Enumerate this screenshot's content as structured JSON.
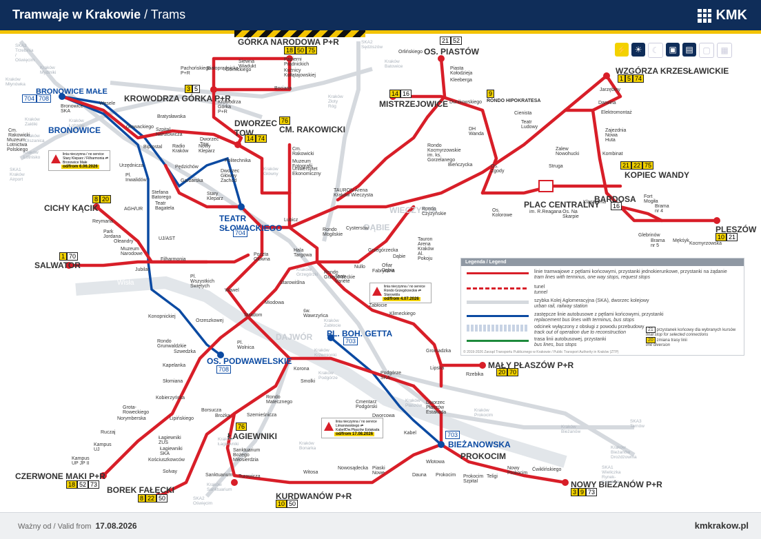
{
  "header": {
    "title_main": "Tramwaje w Krakowie",
    "title_sub": " / Trams",
    "brand": "KMK"
  },
  "footer": {
    "valid_label": "Ważny od / Valid from",
    "valid_date": "17.08.2026",
    "url": "kmkrakow.pl"
  },
  "colors": {
    "tram": "#d81e28",
    "replacement_bus": "#0b4aa2",
    "urban_rail": "#c7ccd2",
    "header": "#0f2d59",
    "accent": "#f3d200"
  },
  "filters": [
    "tram-icon",
    "day-icon",
    "night-icon",
    "bus-icon",
    "tram-front-icon",
    "minibus-icon",
    "regional-bus-icon"
  ],
  "terminals": [
    {
      "name": "GÓRKA NARODOWA P+R",
      "lines": [
        "18",
        "50",
        "75"
      ]
    },
    {
      "name": "OS. PIASTÓW",
      "lines": [
        "21",
        "52"
      ]
    },
    {
      "name": "WZGÓRZA KRZESŁAWICKIE",
      "lines": [
        "1",
        "5",
        "74"
      ]
    },
    {
      "name": "KROWODRZA GÓRKA P+R",
      "lines": [
        "3",
        "5"
      ]
    },
    {
      "name": "BRONOWICE MAŁE",
      "lines": [
        "704",
        "708"
      ]
    },
    {
      "name": "MISTRZEJOWICE",
      "lines": [
        "14",
        "16"
      ]
    },
    {
      "name": "RONDO HIPOKRATESA",
      "lines": [
        "9"
      ]
    },
    {
      "name": "DWORZEC TOW.",
      "lines": [
        "14",
        "74"
      ]
    },
    {
      "name": "CM. RAKOWICKI",
      "lines": [
        "76"
      ]
    },
    {
      "name": "KOPIEC WANDY",
      "lines": [
        "21",
        "22",
        "75"
      ]
    },
    {
      "name": "CICHY KĄCIK",
      "lines": [
        "8",
        "20"
      ]
    },
    {
      "name": "BARDOSA",
      "lines": [
        "16"
      ]
    },
    {
      "name": "PLESZÓW",
      "lines": [
        "10",
        "21"
      ]
    },
    {
      "name": "TEATR SŁOWACKIEGO",
      "lines": [
        "704"
      ]
    },
    {
      "name": "SALWATOR",
      "lines": [
        "1",
        "70"
      ]
    },
    {
      "name": "PL. BOH. GETTA",
      "lines": [
        "703"
      ]
    },
    {
      "name": "MAŁY PŁASZÓW P+R",
      "lines": [
        "20",
        "70"
      ]
    },
    {
      "name": "OS. PODWAWELSKIE",
      "lines": [
        "708"
      ]
    },
    {
      "name": "ŁAGIEWNIKI",
      "lines": [
        "76"
      ]
    },
    {
      "name": "BIEŻANOWSKA",
      "lines": [
        "703"
      ]
    },
    {
      "name": "CZERWONE MAKI P+R",
      "lines": [
        "18",
        "52",
        "73"
      ]
    },
    {
      "name": "BOREK FAŁĘCKI",
      "lines": [
        "8",
        "22",
        "50"
      ]
    },
    {
      "name": "KURDWANÓW P+R",
      "lines": [
        "10",
        "50"
      ]
    },
    {
      "name": "NOWY BIEŻANÓW P+R",
      "lines": [
        "3",
        "9",
        "73"
      ]
    }
  ],
  "area_labels": [
    "BRONOWICE",
    "PLAC CENTRALNY",
    "im. R.Reagana",
    "TAURON Arena Kraków Wieczysta",
    "DĄBIE",
    "DAJWÓR",
    "PROKOCIM",
    "WIECZYSTA"
  ],
  "stops": [
    "Papierni Prądnickich",
    "Kuźnicy Kołłątajowskiej",
    "Bociana",
    "Jarzębiny",
    "Darwina",
    "Elektromontaż",
    "Zajezdnia Nowa Huta",
    "Kombinat",
    "Teatr Ludowy",
    "Cienista",
    "Kleeberga",
    "Piasta Kołodzieja",
    "Wesele",
    "Bronowice SKA",
    "Głowackiego",
    "Biprostal",
    "Radio Kraków",
    "Nowy Kleparz",
    "Dworzec Tow.",
    "Urzędnicza",
    "Pl. Inwalidów",
    "Politechnika",
    "Dworzec Główny Zachód",
    "Stary Kleparz",
    "Stefana Batorego",
    "Teatr Bagatela",
    "Garbarska",
    "Cm. Rakowicki",
    "Muzeum Fotografii",
    "Uniwersytet Ekonomiczny",
    "Rondo Mogilskie",
    "Rondo Czyżyńskie",
    "Rondo Kocmyrzowskie im. ks. Gorzelanego",
    "Os. Zgody",
    "Bieńczycka",
    "Struga",
    "Zalew Nowohucki",
    "Fort Mogiła",
    "Brama nr 4",
    "Brama nr 5",
    "Mękśyk",
    "Kocmyrzowska",
    "Glebrinów",
    "Reymana",
    "Park Jordana",
    "Oleandry",
    "UJ/AST",
    "Muzeum Narodowe",
    "Filharmonia",
    "AGH/UR",
    "Jubilat",
    "Konopnickiej",
    "Rondo Grunwaldzkie",
    "Szwedzka",
    "Kapelanka",
    "Słomiana",
    "Kobierzyńska",
    "Grota-Roweckiego",
    "Norymberska",
    "Ruczaj",
    "Kampus UJ",
    "Kampus UP JP II",
    "Poczta Główna",
    "Pl. Wszystkich Świętych",
    "Wawel",
    "Stradom",
    "Pl. Wolnica",
    "Starowiślna",
    "Miodowa",
    "św. Wawrzyńca",
    "Hala Targowa",
    "Teatr Variété",
    "Rondo Grzegórzeckie",
    "Zabłocie",
    "Klimeckiego",
    "Gromadzka",
    "Lipska",
    "Rzebika",
    "Dworzec Płaszów Estakada",
    "Podgórze SKA",
    "Cmentarz Podgórski",
    "Dworcowa",
    "Kabel",
    "Wlotowa",
    "Dauna",
    "Prokocim",
    "Prokocim Szpital",
    "Teligi",
    "Nowy Prokocim",
    "Ćwiklińskiego",
    "Korona",
    "Smolki",
    "Rondo Matecznego",
    "Szemieśnicza",
    "Brożka",
    "Borsucza",
    "Lipińskiego",
    "Łagiewniki ZUS",
    "Łagiewniki SKA",
    "Kościuszkowców",
    "Solvay",
    "Sanktuarium Bożego Miłosierdzia",
    "Sanktuarium",
    "Turowicza",
    "Witosa",
    "Nowosądecka",
    "Piaski Nowe",
    "Dąbie",
    "Ofiar Dąbia",
    "Fabryczna",
    "Nullo",
    "Cystersów",
    "Tauron Arena Kraków Al. Pokoju",
    "Os. Kolorowe",
    "Os. Na Skarpie",
    "Klasztorna",
    "Grzegórzecka",
    "Pędzichów",
    "Szpital Narutowicza",
    "Bratysławska",
    "Krowodrza Górka P+R",
    "Pachońskiego P+R",
    "Białoprądnicka",
    "Siewna Wiadukt",
    "Górnickiego",
    "Lubicz",
    "Orzeszkowej",
    "Cm. Rakowicki",
    "Muzeum Lotnictwa Polskiego",
    "Dunikowskiego",
    "DH Wanda",
    "Orlińskiego"
  ],
  "rail": [
    "SKA3 Trzebinia / Oświęcim",
    "SKA1 Kraków Airport",
    "SKA2 Sędziszów",
    "SKA1 Wieliczka Rynek-Kopalnia",
    "SKA2 Oświęcim",
    "SKA3 Tarnów",
    "Kraków Mydlniki",
    "Kraków Łobzów",
    "Kraków Olszanica",
    "Kraków Zabłocie",
    "Kraków Płaszów",
    "Kraków Prokocim",
    "Kraków Bieżanów",
    "Kraków Bonarka",
    "Kraków Łagiewniki",
    "Kraków Sanktuarium",
    "Kraków Główny",
    "Kraków Grzegórzki",
    "Kraków Batowice",
    "Kraków Bieżanów Drożdżownia",
    "Kraków Lotnisko",
    "Kraków Zakliki",
    "Kraków Młynówka",
    "Kraków Podgórze",
    "Kraków Krzemionki",
    "Kraków Złoty Róg"
  ],
  "notices": [
    {
      "text": "linia nieczynna / no service Stary Kleparz / Filharmonia ⇄ Bronowice Małe",
      "date": "od/from 6.06.2026"
    },
    {
      "text": "linia nieczynna / no service Rondo Grzegórzeckie ⇄ Starowiśla",
      "date": "od/from 4.07.2026"
    },
    {
      "text": "linia nieczynna / no service Limanowskiego ⇄ Kabel/Dw.Płaszów Estakada",
      "date": "od/from 17.08.2026"
    }
  ],
  "legend": {
    "title": "Legenda / Legend",
    "rows": [
      {
        "pl": "linie tramwajowe z pętlami końcowymi, przystanki jednokierunkowe, przystanki na żądanie",
        "en": "tram lines with terminus, one way stops, request stops"
      },
      {
        "pl": "tunel",
        "en": "tunnel"
      },
      {
        "pl": "szybka Kolej Aglomeracyjna (SKA), dworzec kolejowy",
        "en": "urban rail, railway station"
      },
      {
        "pl": "zastępcze linie autobusowe z pętlami końcowymi, przystanki",
        "en": "replacement bus lines with terminus, bus stops"
      },
      {
        "pl": "odcinek wyłączony z obsługi z powodu przebudowy",
        "en": "track out of operation due to reconstruction"
      },
      {
        "pl": "trasa linii autobusowej, przystanki",
        "en": "bus lines, bus stops"
      }
    ],
    "sym_terminal": "21",
    "sym_terminal_text": "przystanek końcowy dla wybranych kursów",
    "sym_terminal_text_en": "final stop for selected connections",
    "sym_div": "20",
    "sym_div_text": "zmiana trasy linii",
    "sym_div_text_en": "line diversion",
    "copy": "© 2019-2026 Zarząd Transportu Publicznego w Krakowie / Public Transport Authority in Kraków (ZTP)"
  },
  "rivers": [
    "Wisła"
  ]
}
